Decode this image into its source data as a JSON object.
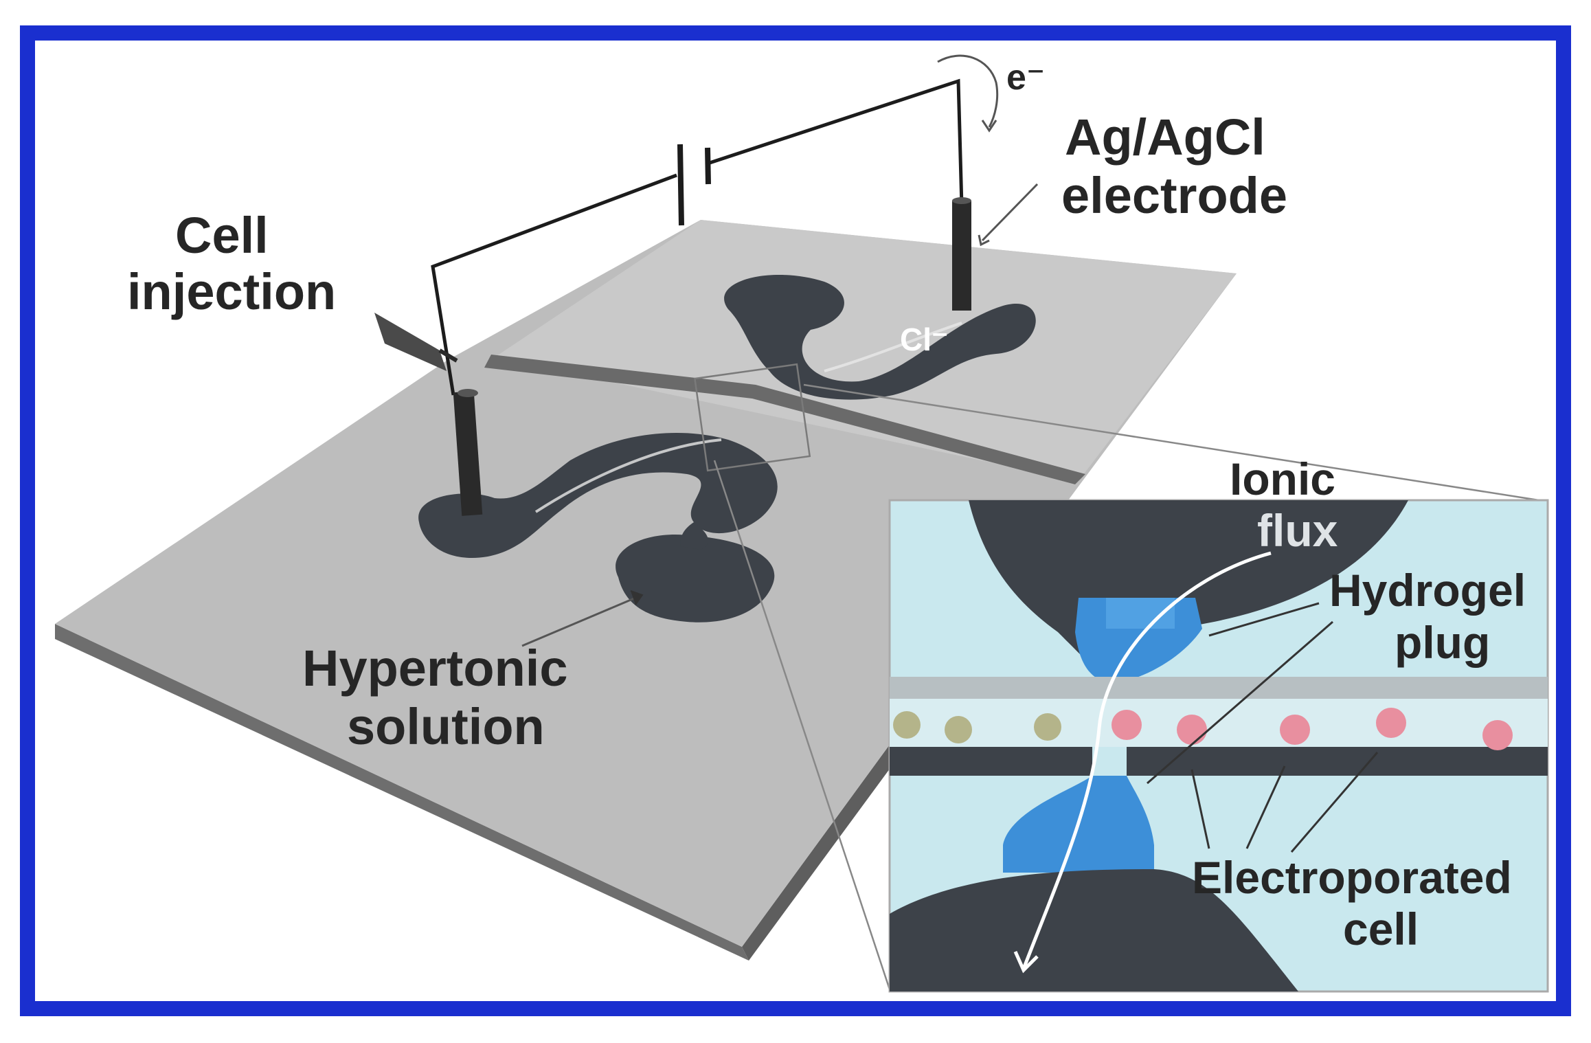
{
  "labels": {
    "electron": "e⁻",
    "electrode_line1": "Ag/AgCl",
    "electrode_line2": "electrode",
    "cell_injection_line1": "Cell",
    "cell_injection_line2": "injection",
    "chloride": "Cl⁻",
    "hypertonic_line1": "Hypertonic",
    "hypertonic_line2": "solution",
    "ionic_line1": "Ionic",
    "ionic_line2": "flux",
    "hydrogel_line1": "Hydrogel",
    "hydrogel_line2": "plug",
    "electroporated_line1": "Electroporated",
    "electroporated_line2": "cell"
  },
  "colors": {
    "frame": "#1a2fcf",
    "chip_top": "#bdbdbd",
    "chip_side": "#707070",
    "channel": "#3d4249",
    "wire": "#1c1c1c",
    "inset_background": "#c9e8ee",
    "hydrogel": "#3d8fd8",
    "cell_green": "#b4b48a",
    "cell_red": "#e88f9f",
    "arrow": "#ffffff"
  },
  "icons": {
    "battery": "battery-symbol-icon",
    "electrode": "electrode-rod-icon",
    "flux_arrow": "ionic-flux-arrow-icon"
  }
}
